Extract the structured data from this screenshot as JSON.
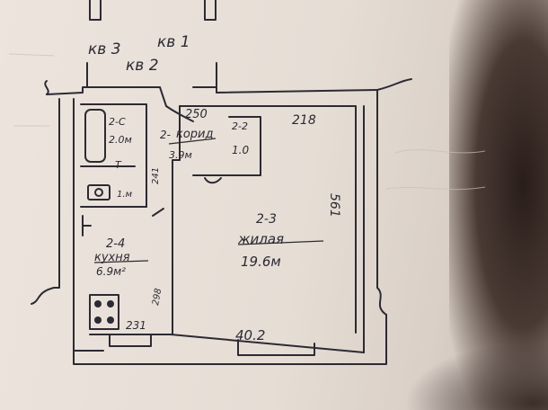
{
  "labels": {
    "kv3": "кв 3",
    "kv1": "кв 1",
    "kv2": "кв 2",
    "bath_id": "2-С",
    "bath_area": "2.0м",
    "toilet_mark": "Т",
    "toilet_area": "1.м",
    "dim_241": "241",
    "corridor_dim": "250",
    "corridor_id": "2-",
    "corridor_name": "корид",
    "corridor_area": "3.9м",
    "closet_id": "2-2",
    "closet_area": "1.0",
    "dim_218": "218",
    "room_id": "2-3",
    "room_name": "жилая",
    "room_area": "19.6м",
    "dim_561": "561",
    "kitchen_id": "2-4",
    "kitchen_name": "кухня",
    "kitchen_area": "6.9м²",
    "dim_298": "298",
    "dim_231": "231",
    "dim_402": "40.2"
  },
  "colors": {
    "ink": "#2c2a33",
    "paper": "#ece4dd"
  }
}
